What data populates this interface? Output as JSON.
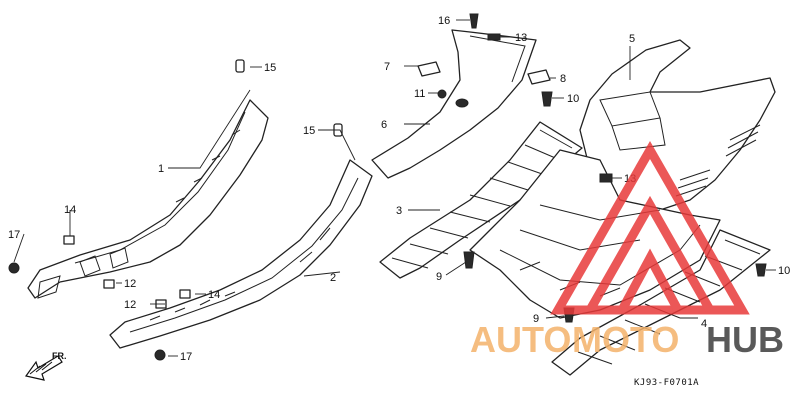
{
  "diagram": {
    "callouts": {
      "c1": "1",
      "c2": "2",
      "c3": "3",
      "c4": "4",
      "c5": "5",
      "c6": "6",
      "c7": "7",
      "c8": "8",
      "c9a": "9",
      "c9b": "9",
      "c10a": "10",
      "c10b": "10",
      "c11": "11",
      "c12a": "12",
      "c12b": "12",
      "c13a": "13",
      "c13b": "13",
      "c14a": "14",
      "c14b": "14",
      "c15a": "15",
      "c15b": "15",
      "c16": "16",
      "c17a": "17",
      "c17b": "17"
    },
    "front_label": "FR.",
    "diagram_code": "KJ93-F0701A"
  },
  "watermark": {
    "auto": "AUTO",
    "moto": "MOTO",
    "hub": "HUB",
    "colors": {
      "auto": "#f4b26a",
      "moto": "#f4b26a",
      "hub": "#3d3d3d",
      "triangle": "#e83a3a"
    }
  }
}
